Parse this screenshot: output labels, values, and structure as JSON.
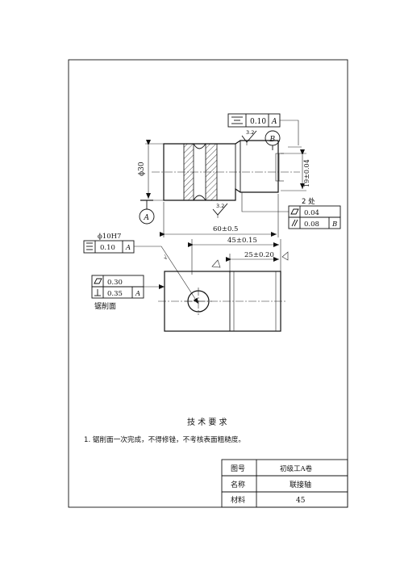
{
  "callouts": {
    "top_flatness_value": "0.10",
    "top_flatness_datum": "A",
    "datum_b": "B",
    "datum_a": "A",
    "roughness_top": "3.2",
    "roughness_bottom": "3.2",
    "diameter_30": "ϕ30",
    "dim_19": "19±0.04",
    "count_label": "2 处",
    "flatness_value": "0.04",
    "parallel_value": "0.08",
    "parallel_datum": "B",
    "dim_60": "60±0.5",
    "hole_label": "ϕ10H7",
    "hole_tol_value": "0.10",
    "hole_tol_datum": "A",
    "dim_45": "45±0.15",
    "dim_25": "25±0.20",
    "lower_flatness_value": "0.30",
    "lower_perp_value": "0.35",
    "lower_perp_datum": "A",
    "saw_face_label": "锯削面"
  },
  "tech": {
    "title": "技 术 要 求",
    "note1": "1. 锯削面一次完成，不得修锉，不考核表面粗糙度。"
  },
  "title_block": {
    "drawing_no_label": "图号",
    "drawing_no_value": "初级工A卷",
    "name_label": "名称",
    "name_value": "联接轴",
    "material_label": "材料",
    "material_value": "45"
  }
}
